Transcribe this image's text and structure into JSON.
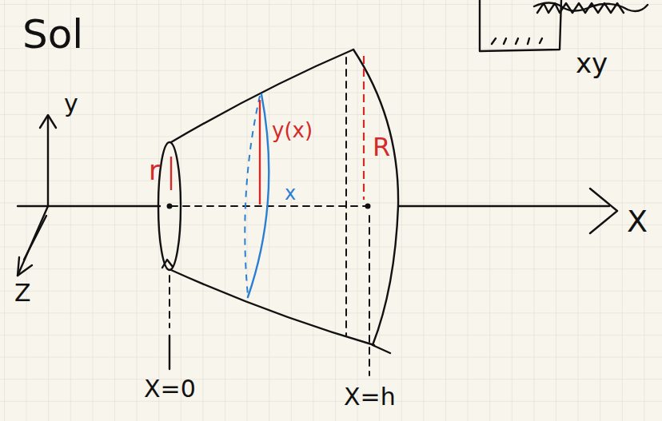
{
  "diagram": {
    "labels": [
      "Sol",
      "xy",
      "y",
      "r",
      "y(x)",
      "R",
      "x",
      "X",
      "Z",
      "X=0",
      "X=h"
    ]
  }
}
